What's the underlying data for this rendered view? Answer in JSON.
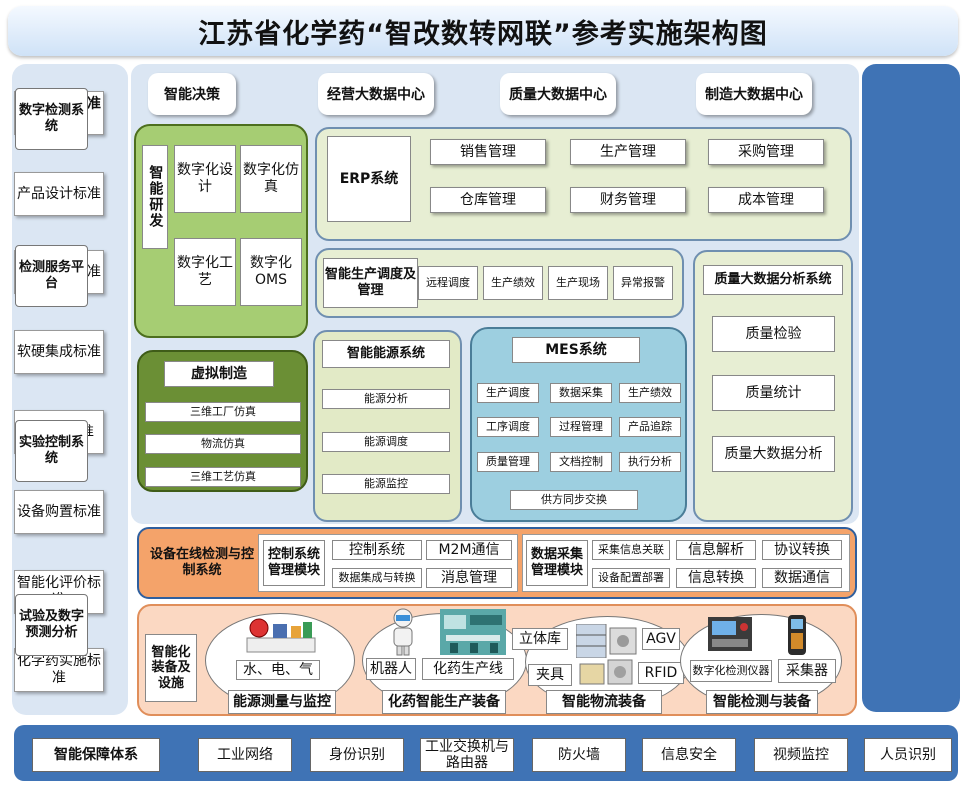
{
  "title": "江苏省化学药“智改数转网联”参考实施架构图",
  "left_column": [
    "智能制造标准体系",
    "产品设计标准",
    "数据采集标准",
    "软硬集成标准",
    "数据库标准",
    "设备购置标准",
    "智能化评价标准",
    "化学药实施标准"
  ],
  "right_column": [
    "数字检测系统",
    "检测服务平台",
    "实验控制系统",
    "试验及数字预测分析"
  ],
  "top_row": [
    "智能决策",
    "经营大数据中心",
    "质量大数据中心",
    "制造大数据中心"
  ],
  "rnd": {
    "title": "智能研发",
    "items": [
      "数字化设计",
      "数字化仿真",
      "数字化工艺",
      "数字化OMS"
    ]
  },
  "erp": {
    "title": "ERP系统",
    "items": [
      "销售管理",
      "生产管理",
      "采购管理",
      "仓库管理",
      "财务管理",
      "成本管理"
    ]
  },
  "scheduling": {
    "title": "智能生产调度及管理",
    "items": [
      "远程调度",
      "生产绩效",
      "生产现场",
      "异常报警"
    ]
  },
  "virtual": {
    "title": "虚拟制造",
    "items": [
      "三维工厂仿真",
      "物流仿真",
      "三维工艺仿真"
    ]
  },
  "energy": {
    "title": "智能能源系统",
    "items": [
      "能源分析",
      "能源调度",
      "能源监控"
    ]
  },
  "mes": {
    "title": "MES系统",
    "items": [
      "生产调度",
      "数据采集",
      "生产绩效",
      "工序调度",
      "过程管理",
      "产品追踪",
      "质量管理",
      "文档控制",
      "执行分析"
    ],
    "footer": "供方同步交换"
  },
  "quality": {
    "title": "质量大数据分析系统",
    "items": [
      "质量检验",
      "质量统计",
      "质量大数据分析"
    ]
  },
  "online": {
    "title": "设备在线检测与控制系统",
    "control_title": "控制系统管理模块",
    "control_items": [
      "控制系统",
      "M2M通信",
      "数据集成与转换",
      "消息管理"
    ],
    "acq_title": "数据采集管理模块",
    "acq_items": [
      "采集信息关联",
      "信息解析",
      "协议转换",
      "设备配置部署",
      "信息转换",
      "数据通信"
    ]
  },
  "equipment": {
    "title": "智能化装备及设施",
    "groups": [
      {
        "caption": "能源测量与监控",
        "labels": [
          "水、电、气"
        ]
      },
      {
        "caption": "化药智能生产装备",
        "labels": [
          "机器人",
          "化药生产线"
        ]
      },
      {
        "caption": "智能物流装备",
        "labels": [
          "立体库",
          "AGV",
          "夹具",
          "RFID"
        ]
      },
      {
        "caption": "智能检测与装备",
        "labels": [
          "数字化检测仪器",
          "采集器"
        ]
      }
    ]
  },
  "bottom": [
    "智能保障体系",
    "工业网络",
    "身份识别",
    "工业交换机与路由器",
    "防火墙",
    "信息安全",
    "视频监控",
    "人员识别"
  ],
  "colors": {
    "blue_dark": "#3f73b5",
    "blue_light": "#dbe6f3",
    "green": "#a6cd73",
    "green_dark": "#6b8f35",
    "cream": "#e7eed3",
    "mes_blue": "#9dcfe0",
    "online_orange": "#f4a36a",
    "equip_peach": "#fbd8c2"
  }
}
